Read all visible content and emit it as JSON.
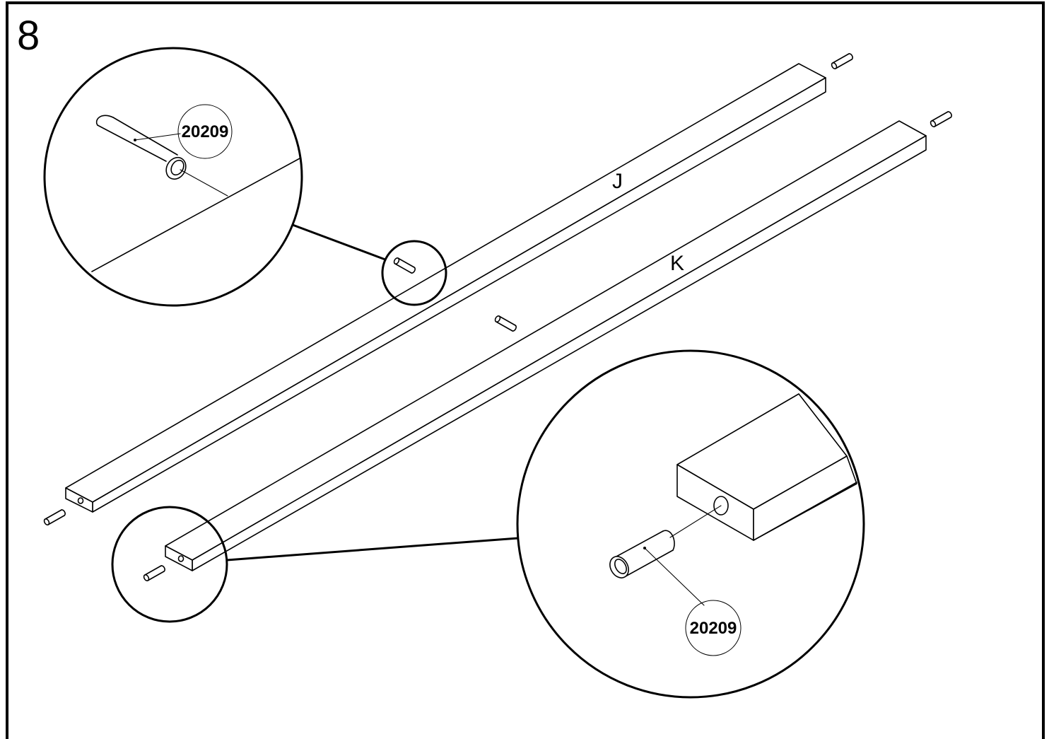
{
  "step": {
    "number": "8"
  },
  "parts": {
    "rail_j": {
      "label": "J"
    },
    "rail_k": {
      "label": "K"
    }
  },
  "callouts": {
    "detail_top": {
      "part_number": "20209"
    },
    "detail_bottom": {
      "part_number": "20209"
    }
  },
  "colors": {
    "ink": "#000000",
    "paper": "#ffffff"
  }
}
